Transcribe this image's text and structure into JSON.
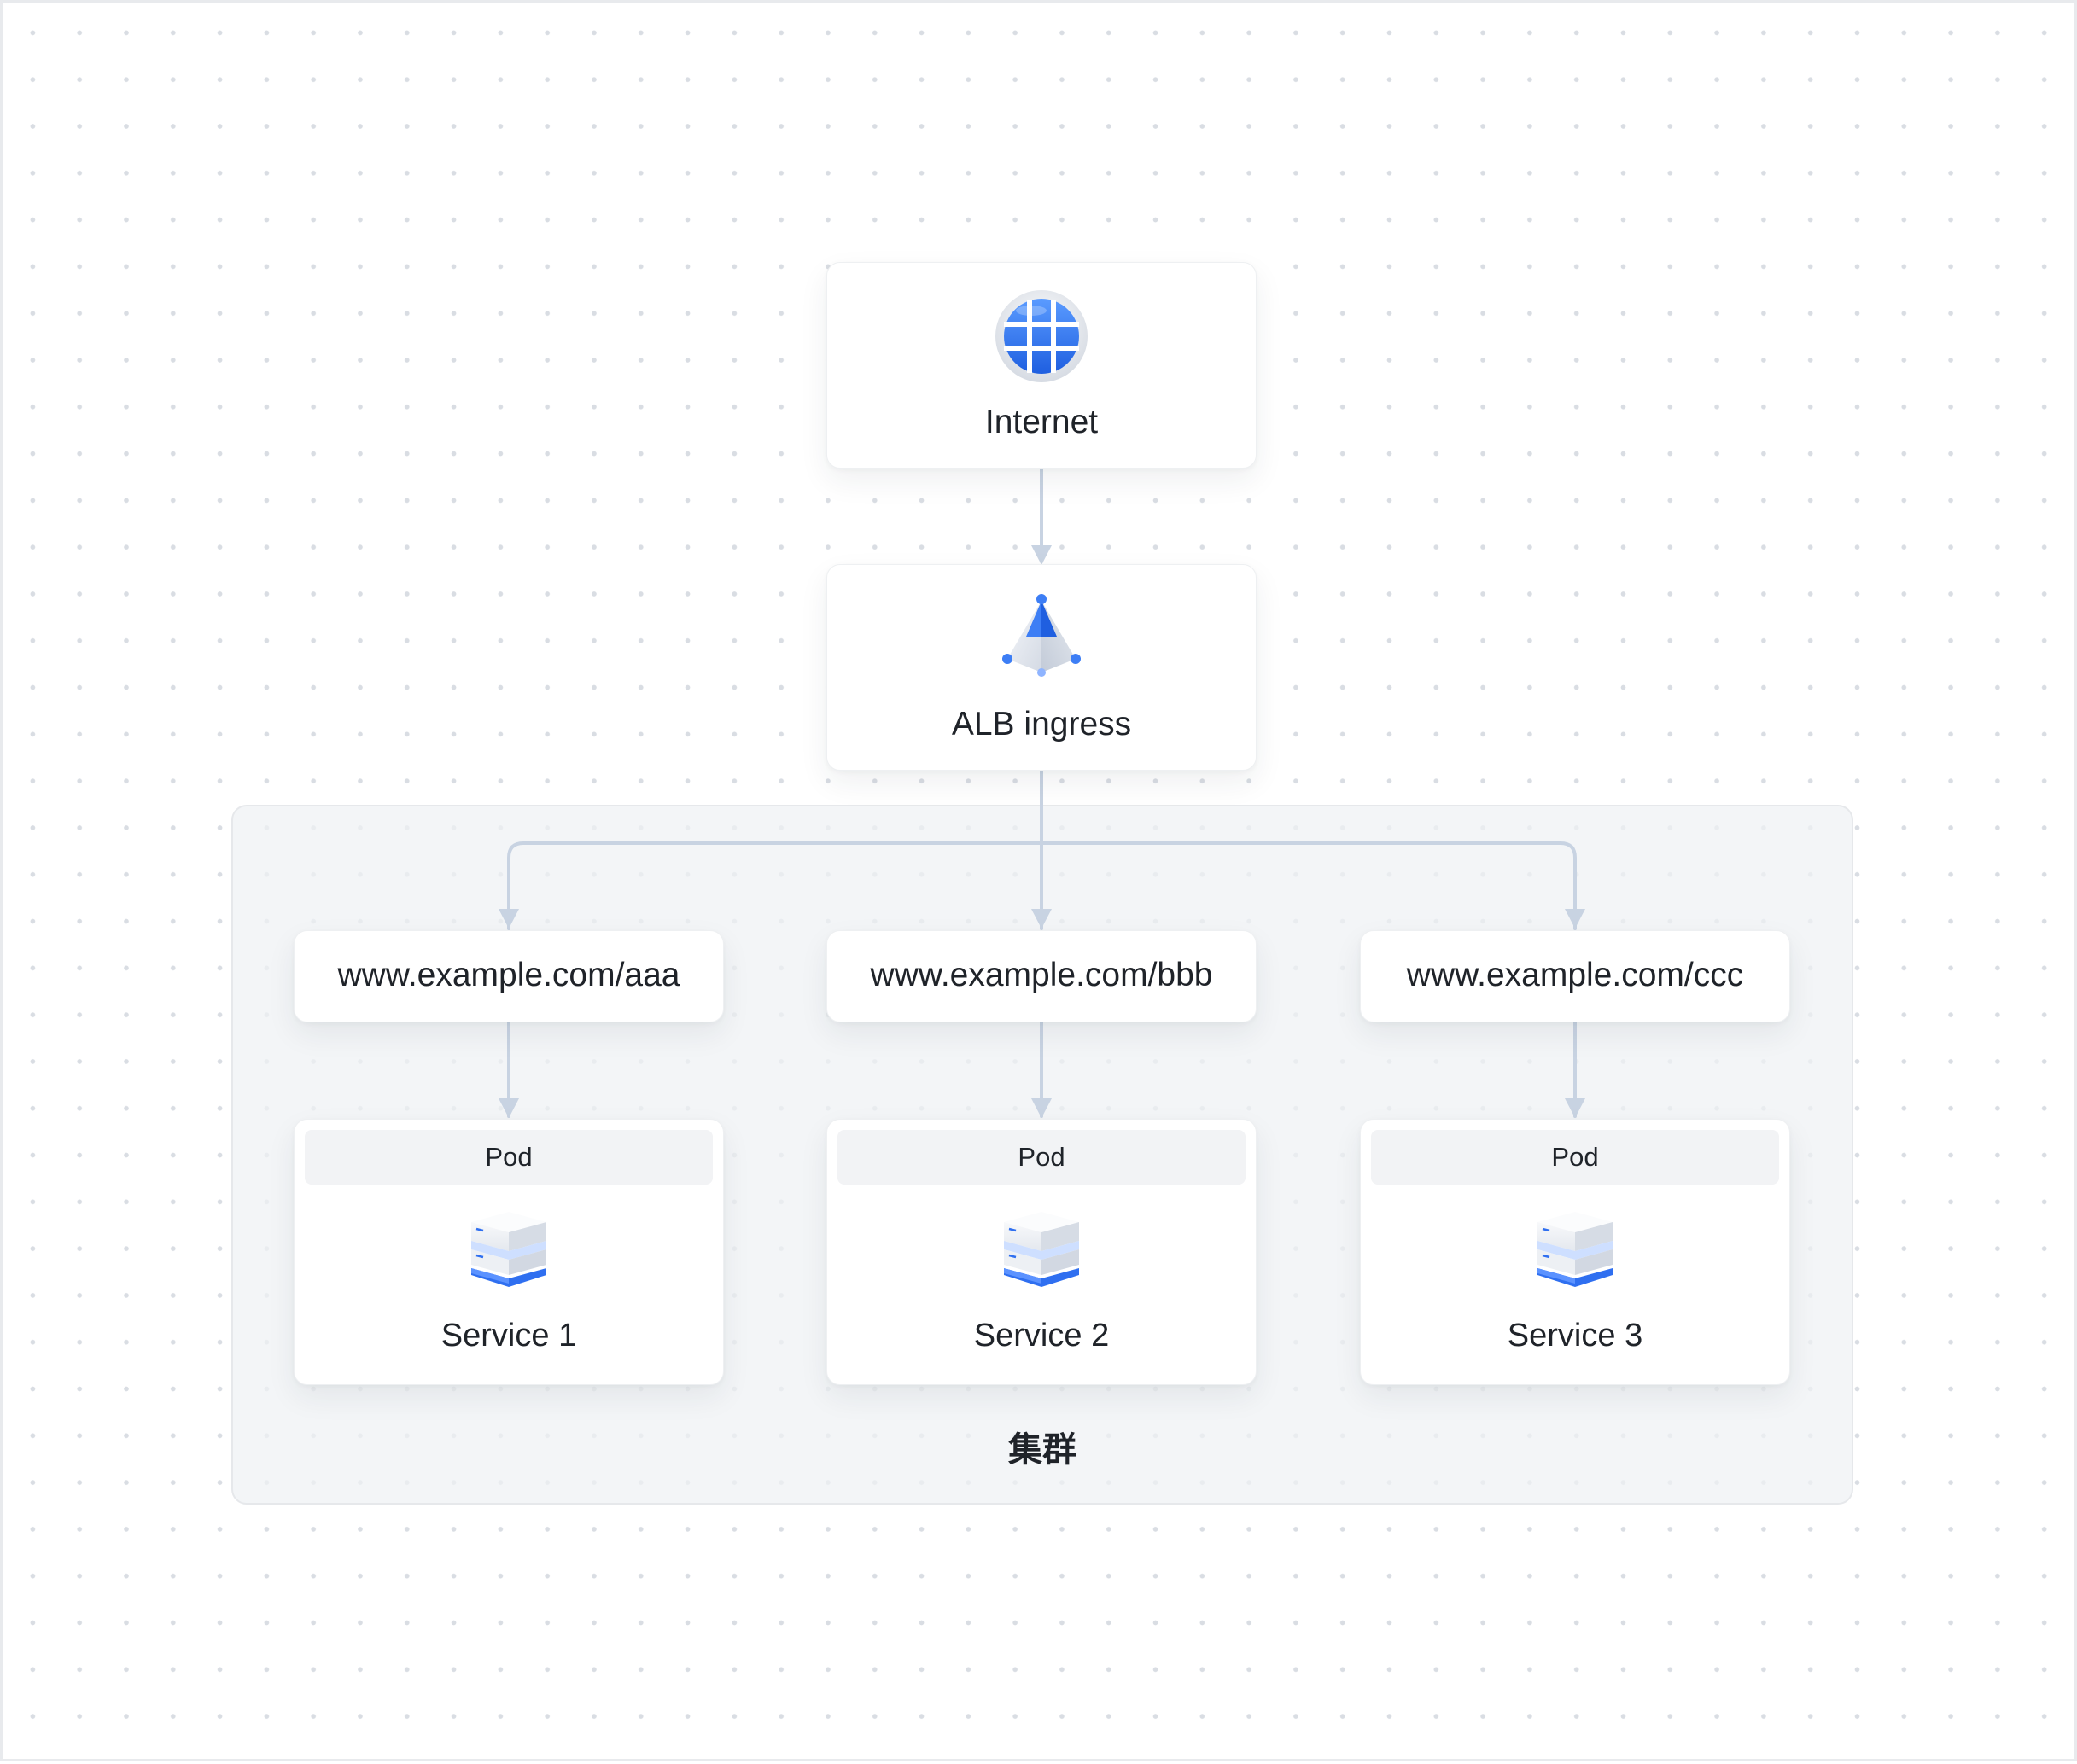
{
  "nodes": {
    "internet": {
      "label": "Internet",
      "icon": "globe-icon"
    },
    "alb": {
      "label": "ALB ingress",
      "icon": "load-balancer-pyramid-icon"
    }
  },
  "routes": [
    {
      "label": "www.example.com/aaa"
    },
    {
      "label": "www.example.com/bbb"
    },
    {
      "label": "www.example.com/ccc"
    }
  ],
  "pods": [
    {
      "header": "Pod",
      "service": "Service 1",
      "icon": "server-stack-icon"
    },
    {
      "header": "Pod",
      "service": "Service 2",
      "icon": "server-stack-icon"
    },
    {
      "header": "Pod",
      "service": "Service 3",
      "icon": "server-stack-icon"
    }
  ],
  "cluster": {
    "label": "集群"
  },
  "colors": {
    "accent": "#2f6ff0",
    "connector": "#c8d3e2",
    "cluster_bg": "#eff1f4"
  }
}
